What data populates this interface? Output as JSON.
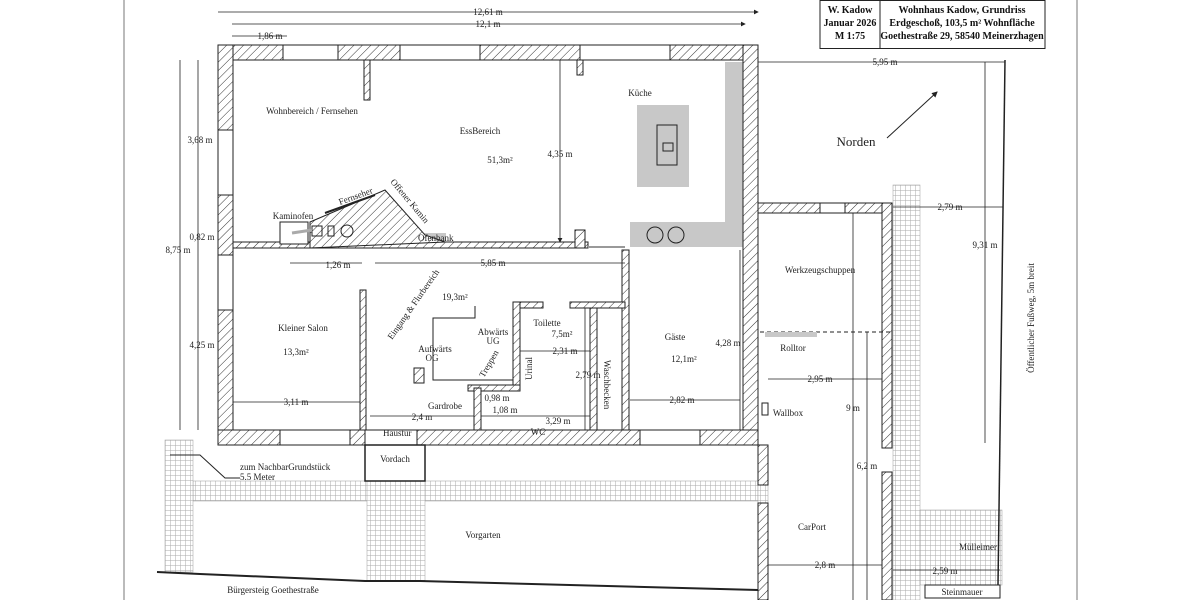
{
  "title_block": {
    "author": "W. Kadow",
    "date": "Januar 2026",
    "scale": "M 1:75",
    "title": "Wohnhaus Kadow, Grundriss",
    "floor": "Erdgeschoß, 103,5 m² Wohnfläche",
    "address": "Goethestraße 29, 58540 Meinerzhagen"
  },
  "rooms": {
    "wohnbereich": "Wohnbereich / Fernsehen",
    "essbereich": "EssBereich",
    "main_area": "51,3m²",
    "kueche": "Küche",
    "kaminofen": "Kaminofen",
    "fernseher": "Fernseher",
    "offener_kamin": "Offener Kamin",
    "ofenbank": "Ofenbank",
    "kleiner_salon": "Kleiner Salon",
    "salon_area": "13,3m²",
    "eingang": "Eingang & Flurbereich",
    "eingang_area": "19,3m²",
    "abwaerts": "Abwärts",
    "ug": "UG",
    "aufwaerts": "Aufwärts",
    "og": "OG",
    "treppen": "Treppen",
    "toilette": "Toilette",
    "toilette_area": "7,5m²",
    "urinal": "Urinal",
    "waschbecken": "Waschbecken",
    "wc": "WC",
    "gardrobe": "Gardrobe",
    "haustuer": "Haustür",
    "gaeste": "Gäste",
    "gaeste_area": "12,1m²",
    "werkzeugschuppen": "Werkzeugschuppen",
    "rolltor": "Rolltor",
    "wallbox": "Wallbox",
    "carport": "CarPort",
    "vordach": "Vordach",
    "vorgarten": "Vorgarten",
    "muelleimer": "Mülleimer",
    "steinmauer": "Steinmauer",
    "buergersteig": "Bürgersteig Goethestraße",
    "fussweg": "Öffentlicher Fußweg, 5m breit",
    "nachbar1": "zum NachbarGrundstück",
    "nachbar2": "5.5 Meter",
    "norden": "Norden"
  },
  "dimensions": {
    "total_width": "12,61 m",
    "inner_width": "12,1 m",
    "d_1_86": "1,86 m",
    "d_3_68": "3,68 m",
    "d_0_82": "0,82 m",
    "d_8_75": "8,75 m",
    "d_4_25": "4,25 m",
    "d_1_26": "1,26 m",
    "d_5_85": "5,85 m",
    "d_4_35": "4,35 m",
    "d_3_11": "3,11 m",
    "d_2_4": "2,4 m",
    "d_0_98": "0,98 m",
    "d_1_08": "1,08 m",
    "d_3_29": "3,29 m",
    "d_2_31": "2,31 m",
    "d_2_79_wc": "2,79 m",
    "d_4_28": "4,28 m",
    "d_2_82": "2,82 m",
    "d_5_95": "5,95 m",
    "d_2_79": "2,79 m",
    "d_9_31": "9,31 m",
    "d_2_95": "2,95 m",
    "d_9": "9 m",
    "d_6_2": "6,2 m",
    "d_2_8": "2,8 m",
    "d_2_59": "2,59 m"
  }
}
